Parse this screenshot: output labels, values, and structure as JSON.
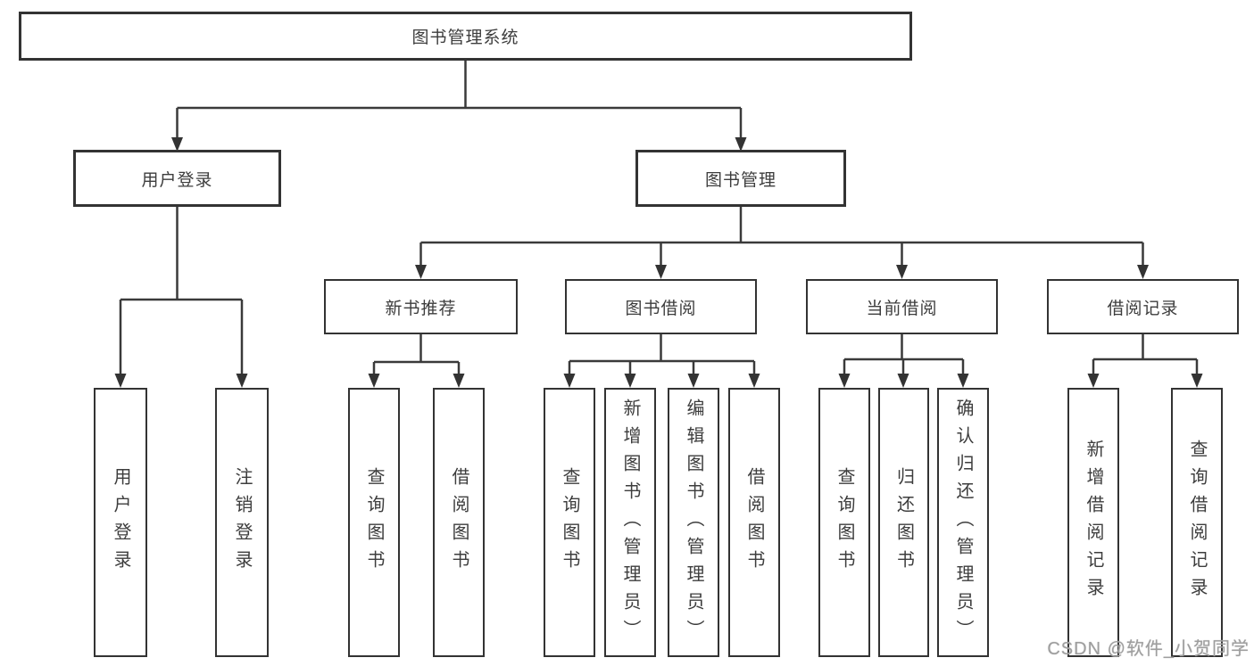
{
  "diagram": {
    "type": "hierarchy-tree",
    "root": {
      "label": "图书管理系统",
      "children": [
        {
          "label": "用户登录",
          "children": [
            {
              "label": "用户登录"
            },
            {
              "label": "注销登录"
            }
          ]
        },
        {
          "label": "图书管理",
          "children": [
            {
              "label": "新书推荐",
              "children": [
                {
                  "label": "查询图书"
                },
                {
                  "label": "借阅图书"
                }
              ]
            },
            {
              "label": "图书借阅",
              "children": [
                {
                  "label": "查询图书"
                },
                {
                  "label": "新增图书（管理员）"
                },
                {
                  "label": "编辑图书（管理员）"
                },
                {
                  "label": "借阅图书"
                }
              ]
            },
            {
              "label": "当前借阅",
              "children": [
                {
                  "label": "查询图书"
                },
                {
                  "label": "归还图书"
                },
                {
                  "label": "确认归还（管理员）"
                }
              ]
            },
            {
              "label": "借阅记录",
              "children": [
                {
                  "label": "新增借阅记录"
                },
                {
                  "label": "查询借阅记录"
                }
              ]
            }
          ]
        }
      ]
    },
    "watermark": "CSDN @软件_小贺同学",
    "colors": {
      "line": "#3a3a3a",
      "border": "#333333",
      "text": "#3d3d3d",
      "watermark_text": "#9e9e9e",
      "background": "#ffffff"
    }
  }
}
